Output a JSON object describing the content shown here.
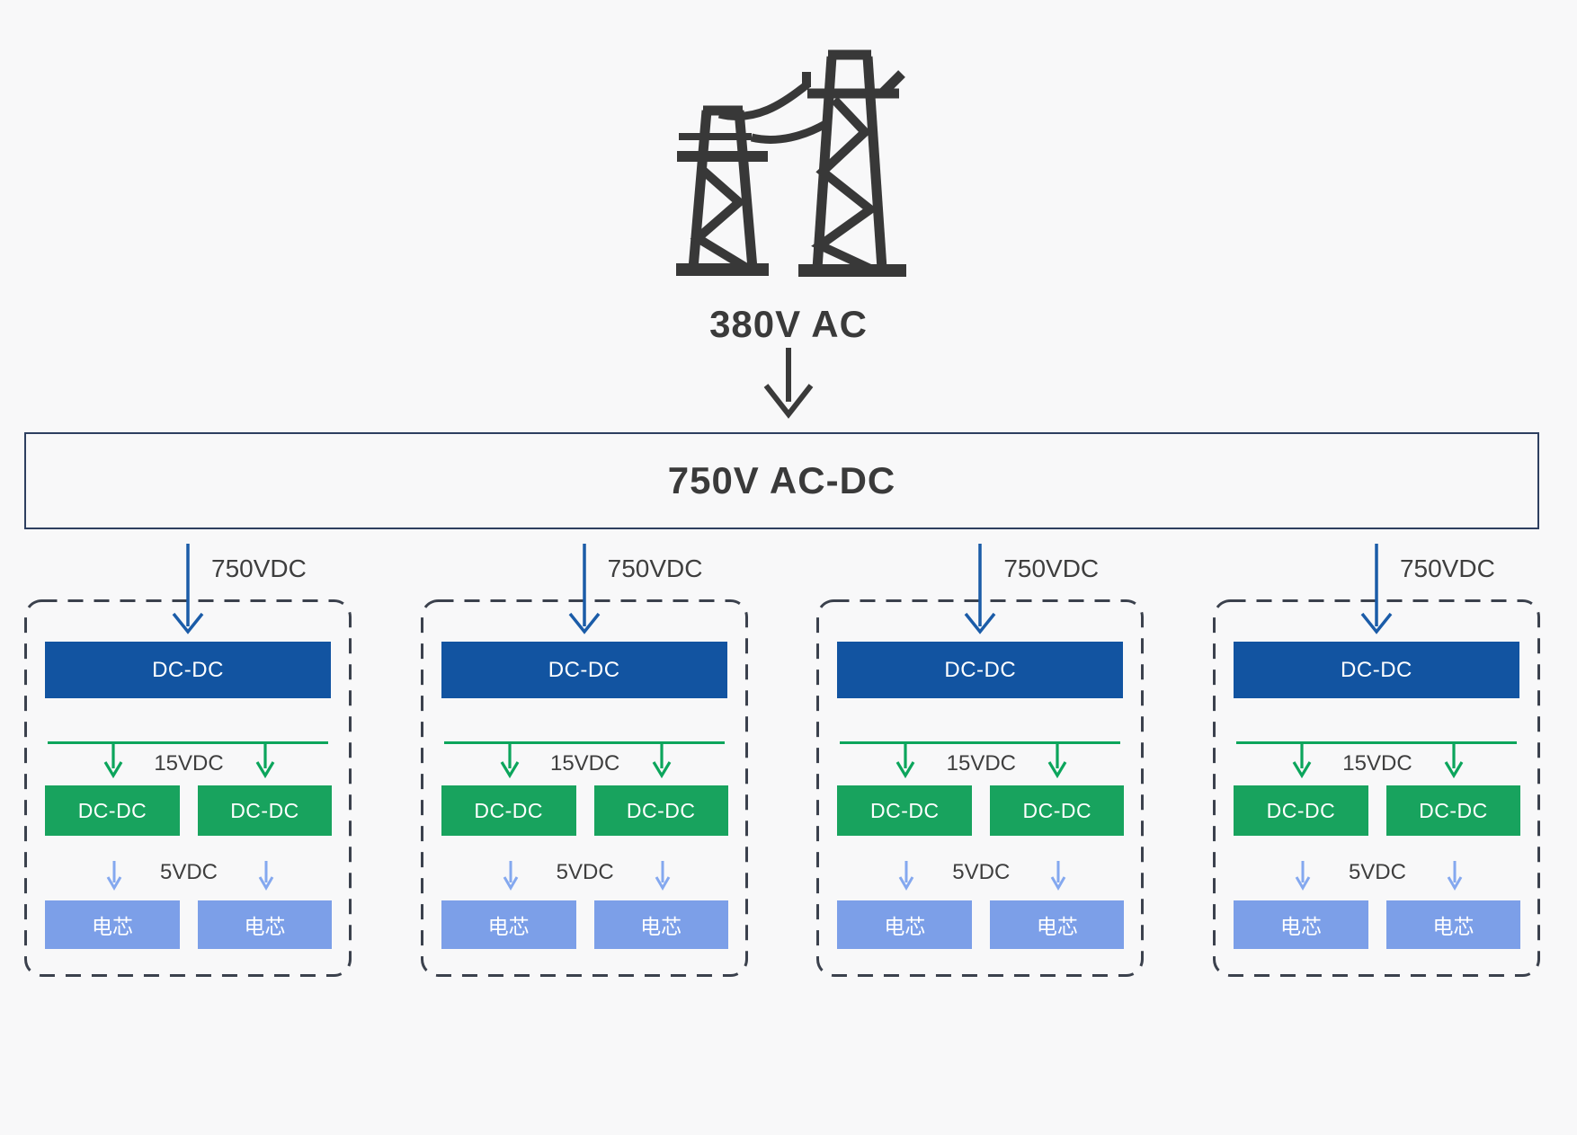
{
  "diagram": {
    "source": {
      "icon": "transmission-tower",
      "label": "380V AC"
    },
    "rectifier": {
      "label": "750V AC-DC"
    },
    "branch_count": 4,
    "groups": [
      {
        "input_label": "750VDC",
        "primary": "DC-DC",
        "mid_label": "15VDC",
        "secondary": [
          "DC-DC",
          "DC-DC"
        ],
        "low_label": "5VDC",
        "cells": [
          "电芯",
          "电芯"
        ]
      },
      {
        "input_label": "750VDC",
        "primary": "DC-DC",
        "mid_label": "15VDC",
        "secondary": [
          "DC-DC",
          "DC-DC"
        ],
        "low_label": "5VDC",
        "cells": [
          "电芯",
          "电芯"
        ]
      },
      {
        "input_label": "750VDC",
        "primary": "DC-DC",
        "mid_label": "15VDC",
        "secondary": [
          "DC-DC",
          "DC-DC"
        ],
        "low_label": "5VDC",
        "cells": [
          "电芯",
          "电芯"
        ]
      },
      {
        "input_label": "750VDC",
        "primary": "DC-DC",
        "mid_label": "15VDC",
        "secondary": [
          "DC-DC",
          "DC-DC"
        ],
        "low_label": "5VDC",
        "cells": [
          "电芯",
          "电芯"
        ]
      }
    ]
  },
  "colors": {
    "background": "#f8f8f9",
    "text_dark": "#3a3a3a",
    "icon_dark": "#383838",
    "rectifier_border": "#2e3f60",
    "primary_blue_box": "#1254a1",
    "blue_arrow": "#1b5ca8",
    "green_box": "#18a35e",
    "green_arrow": "#0ca55c",
    "cell_blue_box": "#7c9fe8",
    "cell_blue_arrow": "#84a8ef",
    "dashed_border": "#3b414d"
  }
}
